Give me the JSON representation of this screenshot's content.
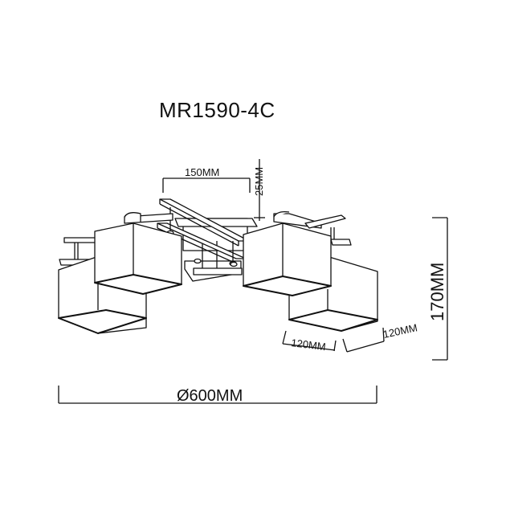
{
  "title": "MR1590-4C",
  "colors": {
    "line": "#111111",
    "background": "#ffffff"
  },
  "dimensions": {
    "arm_spacing": "150MM",
    "canopy_height": "25MM",
    "total_height": "170MM",
    "shade_depth": "120MM",
    "shade_width": "120MM",
    "diameter": "Ø600MM"
  }
}
